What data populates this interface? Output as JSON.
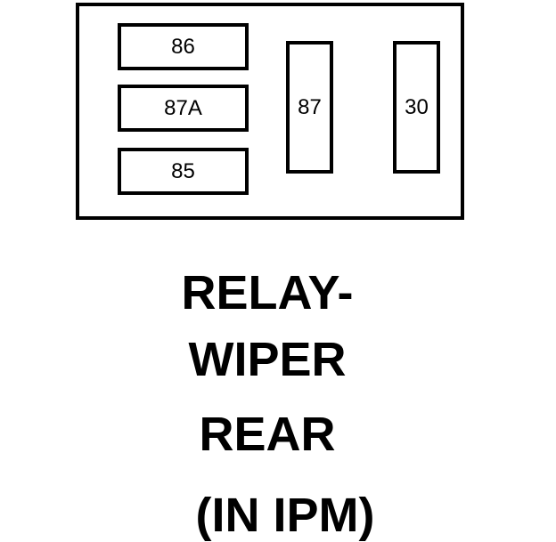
{
  "relay": {
    "terminals": {
      "t86": "86",
      "t87a": "87A",
      "t85": "85",
      "t87": "87",
      "t30": "30"
    }
  },
  "caption": {
    "line1": "RELAY-",
    "line2": "WIPER",
    "line3": "REAR",
    "line4": "(IN IPM)"
  }
}
